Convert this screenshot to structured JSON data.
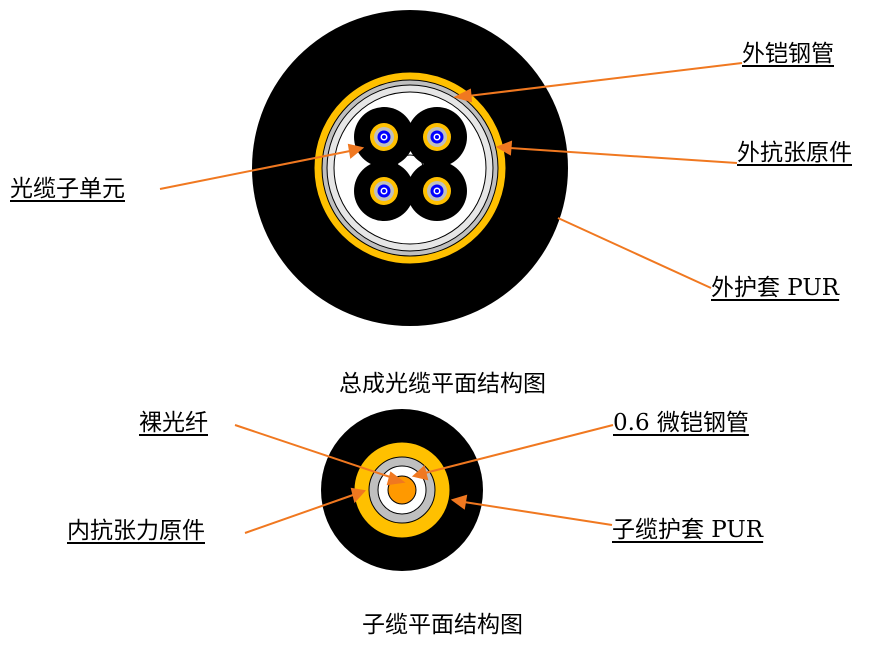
{
  "colors": {
    "jacket": "#000000",
    "tensile_yellow": "#FFC000",
    "steel_grey": "#BFBFBF",
    "fiber_blue": "#0000FF",
    "fiber_core": "#FF9900",
    "leader_line": "#F07820",
    "background": "#FFFFFF"
  },
  "assembly": {
    "caption": "总成光缆平面结构图",
    "labels": {
      "outer_armor_tube": "外铠钢管",
      "outer_tensile_element": "外抗张原件",
      "outer_sheath": "外护套 PUR",
      "sub_unit": "光缆子单元"
    }
  },
  "subcable": {
    "caption": "子缆平面结构图",
    "labels": {
      "bare_fiber": "裸光纤",
      "micro_armor_tube": "0.6 微铠钢管",
      "inner_tensile_element": "内抗张力原件",
      "sub_sheath": "子缆护套 PUR"
    }
  }
}
